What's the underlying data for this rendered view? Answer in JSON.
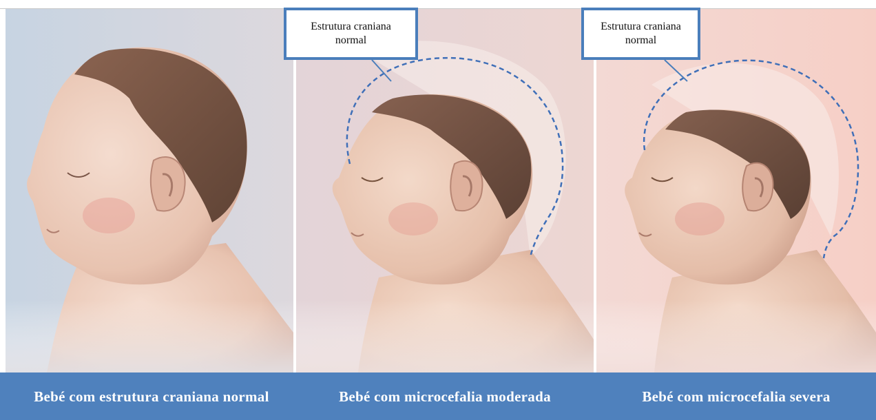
{
  "panels": [
    {
      "caption": "Bebé com estrutura craniana normal"
    },
    {
      "caption": "Bebé com microcefalia moderada",
      "callout": "Estrutura craniana normal"
    },
    {
      "caption": "Bebé com microcefalia severa",
      "callout": "Estrutura craniana normal"
    }
  ],
  "colors": {
    "caption_bar": "#4f81bd",
    "callout_border": "#4a7ebb",
    "outline_dashes": "#3f6fb8"
  }
}
